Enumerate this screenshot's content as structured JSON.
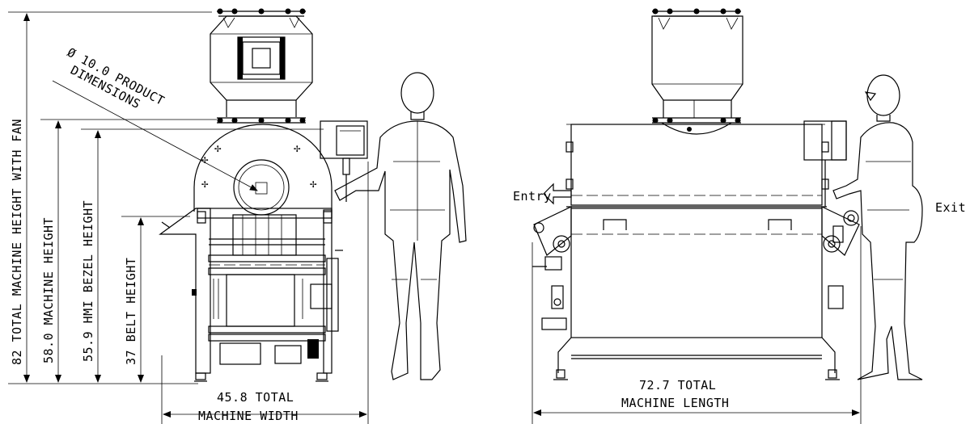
{
  "front_view": {
    "dimensions": {
      "total_height": "82 TOTAL MACHINE HEIGHT WITH FAN",
      "machine_height": "58.0  MACHINE HEIGHT",
      "hmi_height": "55.9  HMI BEZEL HEIGHT",
      "belt_height": "37  BELT HEIGHT",
      "product_line1": "Ø 10.0  PRODUCT",
      "product_line2": "DIMENSIONS",
      "width_line1": "45.8  TOTAL",
      "width_line2": "MACHINE WIDTH"
    }
  },
  "side_view": {
    "labels": {
      "entry": "Entry",
      "exit": "Exit"
    },
    "dimensions": {
      "length_line1": "72.7  TOTAL",
      "length_line2": "MACHINE LENGTH"
    }
  }
}
